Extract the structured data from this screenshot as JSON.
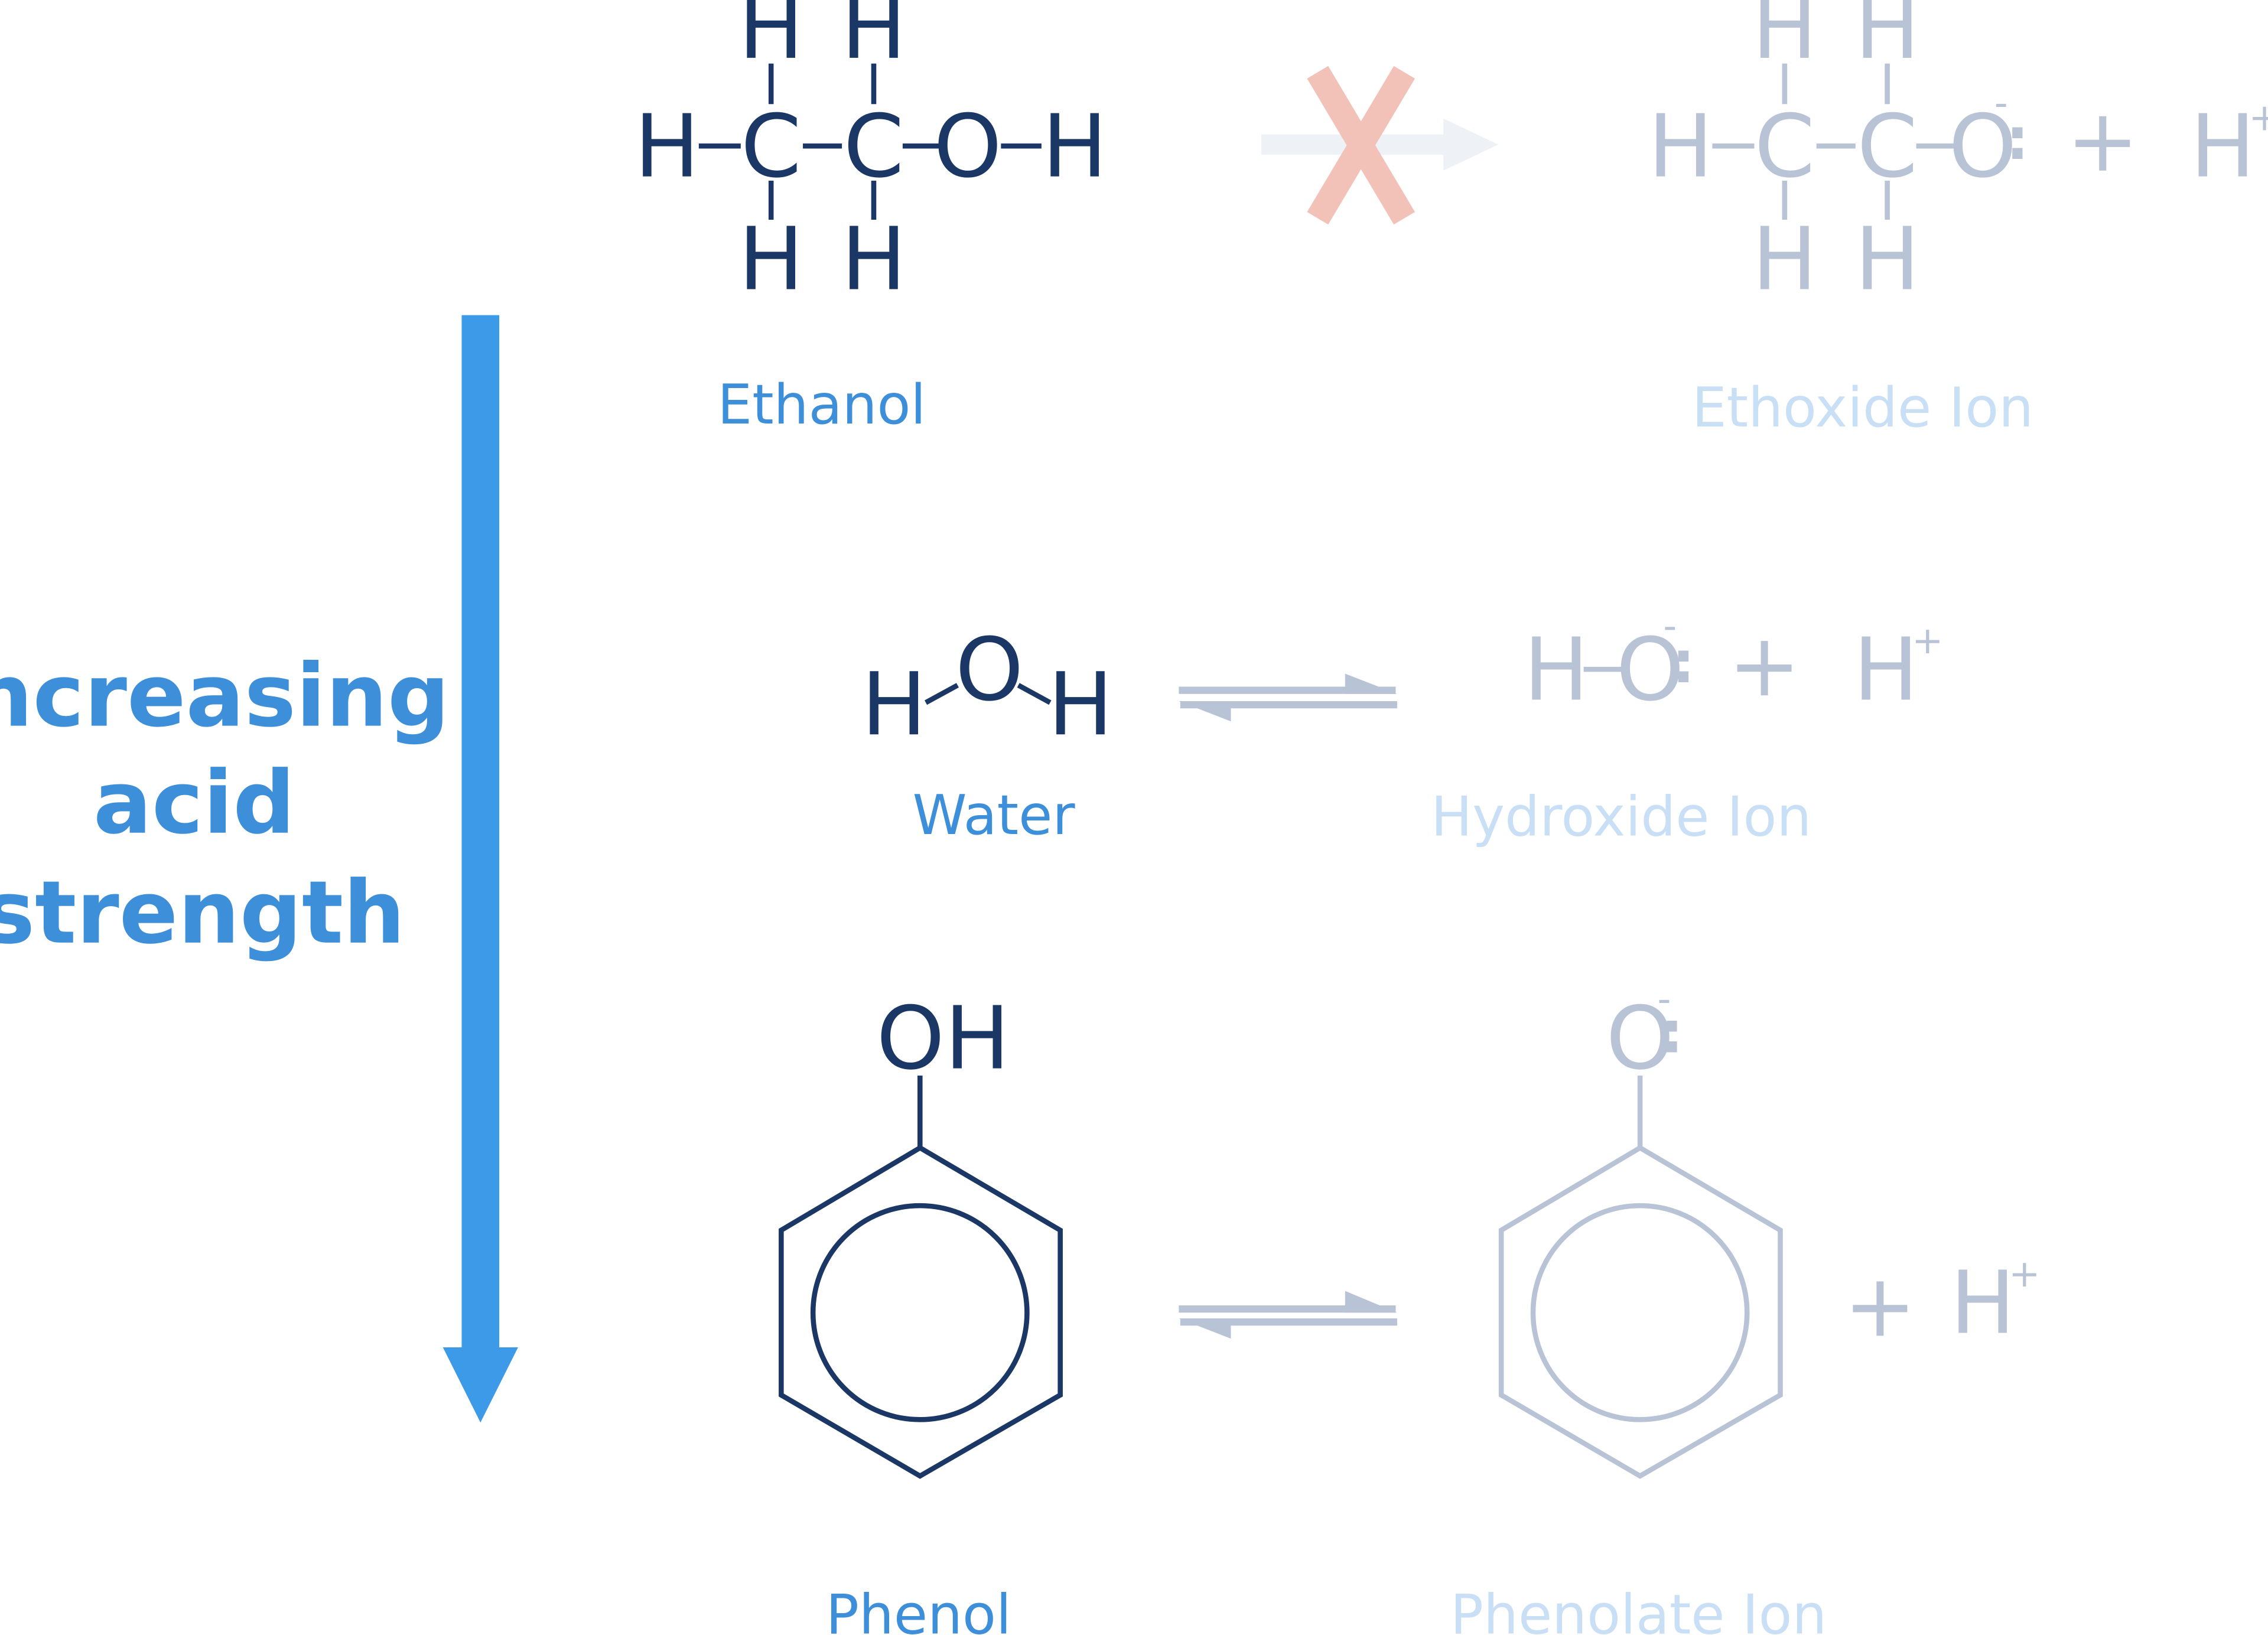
{
  "colors": {
    "dark_navy": "#1b3766",
    "faded_grey": "#b8c3d6",
    "blue_label": "#3d8fd9",
    "faded_blue_label": "#c9dff5",
    "arrow_blue": "#3d9ae8",
    "cross": "#f2c2b8",
    "faded_arrow": "#eef1f6"
  },
  "icons": {
    "ethanol_reaction": "blocked-arrow-icon",
    "water_reaction": "equilibrium-arrows-icon",
    "phenol_reaction": "equilibrium-arrows-icon",
    "trend": "down-arrow-icon"
  },
  "trend": {
    "line1": "Increasing",
    "line2": "acid",
    "line3": "strength"
  },
  "symbols": {
    "H": "H",
    "C": "C",
    "O": "O",
    "OH": "OH",
    "plus": "+",
    "charge_plus": "+",
    "charge_minus": "-",
    "lone_pair": ":"
  },
  "ethanol": {
    "name": "Ethanol",
    "product_name": "Ethoxide Ion"
  },
  "water": {
    "name": "Water",
    "product_name": "Hydroxide Ion"
  },
  "phenol": {
    "name": "Phenol",
    "product_name": "Phenolate Ion"
  }
}
